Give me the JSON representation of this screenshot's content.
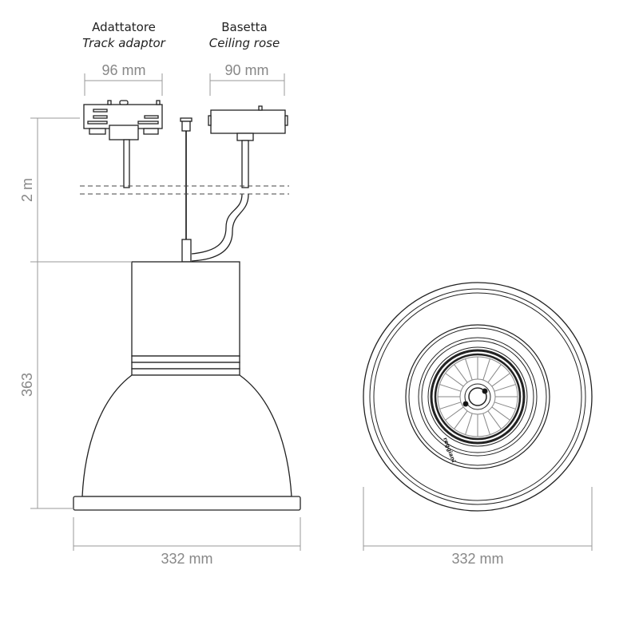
{
  "labels": {
    "adapter_it": "Adattatore",
    "adapter_en": "Track adaptor",
    "rose_it": "Basetta",
    "rose_en": "Ceiling rose"
  },
  "dimensions": {
    "adapter_width": "96 mm",
    "rose_width": "90 mm",
    "cable_length": "2 m",
    "height": "363",
    "side_width": "332 mm",
    "bottom_width": "332 mm"
  },
  "logo_text": "reggiani"
}
